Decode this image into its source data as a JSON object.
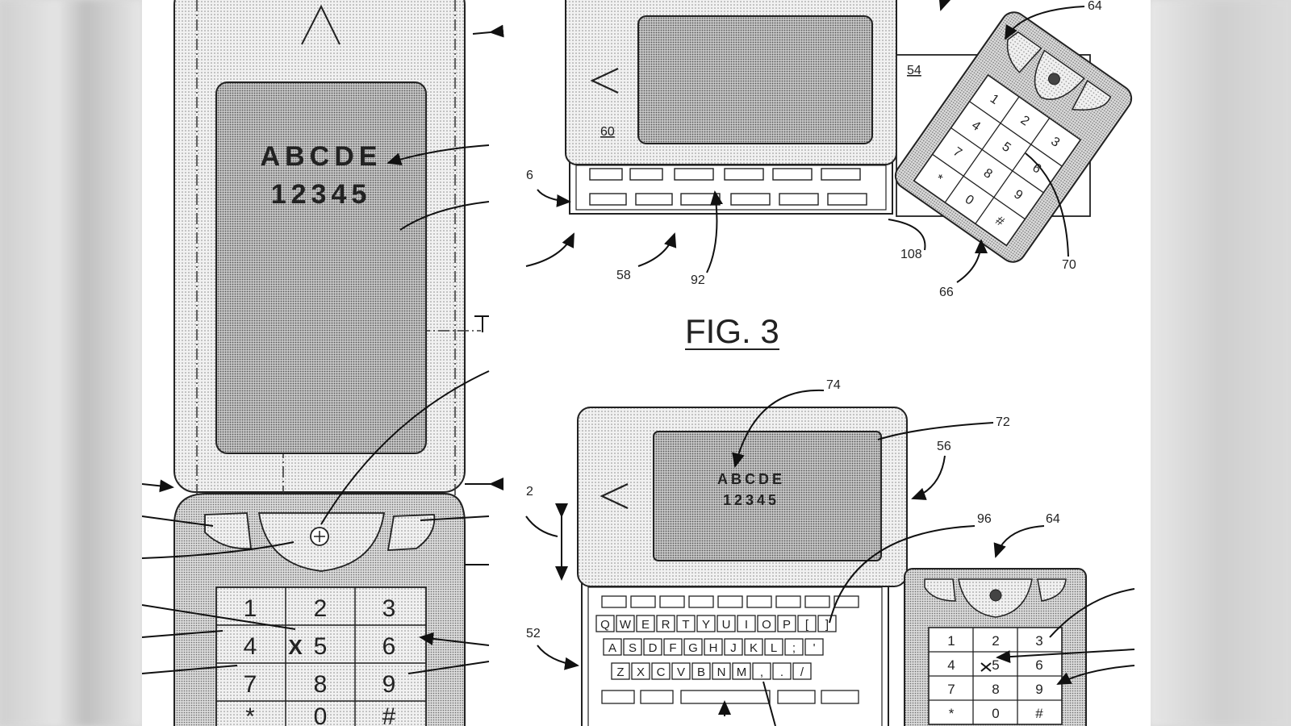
{
  "figure_title": "FIG. 3",
  "phone_left": {
    "display_lines": [
      "ABCDE",
      "12345"
    ],
    "keypad": [
      "1",
      "2",
      "3",
      "4",
      "5",
      "6",
      "7",
      "8",
      "9",
      "*",
      "0",
      "#"
    ],
    "x_mark": "X"
  },
  "device_fig3": {
    "labels": {
      "l60": "60",
      "l54": "54",
      "l6": "6",
      "l58": "58",
      "l92": "92",
      "l108": "108",
      "l66": "66",
      "l70": "70",
      "l64": "64"
    },
    "keypad": [
      "1",
      "2",
      "3",
      "4",
      "5",
      "6",
      "7",
      "8",
      "9",
      "*",
      "0",
      "#"
    ]
  },
  "device_fig4": {
    "display_lines": [
      "ABCDE",
      "12345"
    ],
    "labels": {
      "l74": "74",
      "l72": "72",
      "l56": "56",
      "l96": "96",
      "l64": "64",
      "l52": "52",
      "l2": "2"
    },
    "keyboard_rows": [
      [
        "Q",
        "W",
        "E",
        "R",
        "T",
        "Y",
        "U",
        "I",
        "O",
        "P",
        "[",
        "]"
      ],
      [
        "A",
        "S",
        "D",
        "F",
        "G",
        "H",
        "J",
        "K",
        "L",
        ";",
        "'"
      ],
      [
        "Z",
        "X",
        "C",
        "V",
        "B",
        "N",
        "M",
        ",",
        ".",
        "/"
      ]
    ],
    "keypad": [
      "1",
      "2",
      "3",
      "4",
      "5",
      "6",
      "7",
      "8",
      "9",
      "*",
      "0",
      "#"
    ]
  }
}
